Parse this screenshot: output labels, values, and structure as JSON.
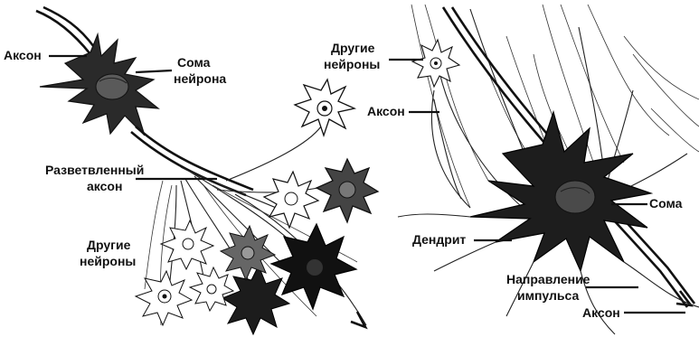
{
  "colors": {
    "ink": "#111111",
    "paper": "#ffffff",
    "soma_light": "#ffffff",
    "soma_dark": "#1a1a1a",
    "soma_gray": "#555555"
  },
  "left_panel": {
    "label_axon_top": "Аксон",
    "label_soma_line1": "Сома",
    "label_soma_line2": "нейрона",
    "label_branched_line1": "Разветвленный",
    "label_branched_line2": "аксон",
    "label_other_line1": "Другие",
    "label_other_line2": "нейроны"
  },
  "right_panel": {
    "label_other_line1": "Другие",
    "label_other_line2": "нейроны",
    "label_axon_upper": "Аксон",
    "label_soma": "Сома",
    "label_dendrite": "Дендрит",
    "label_direction_line1": "Направление",
    "label_direction_line2": "импульса",
    "label_axon_lower": "Аксон"
  }
}
